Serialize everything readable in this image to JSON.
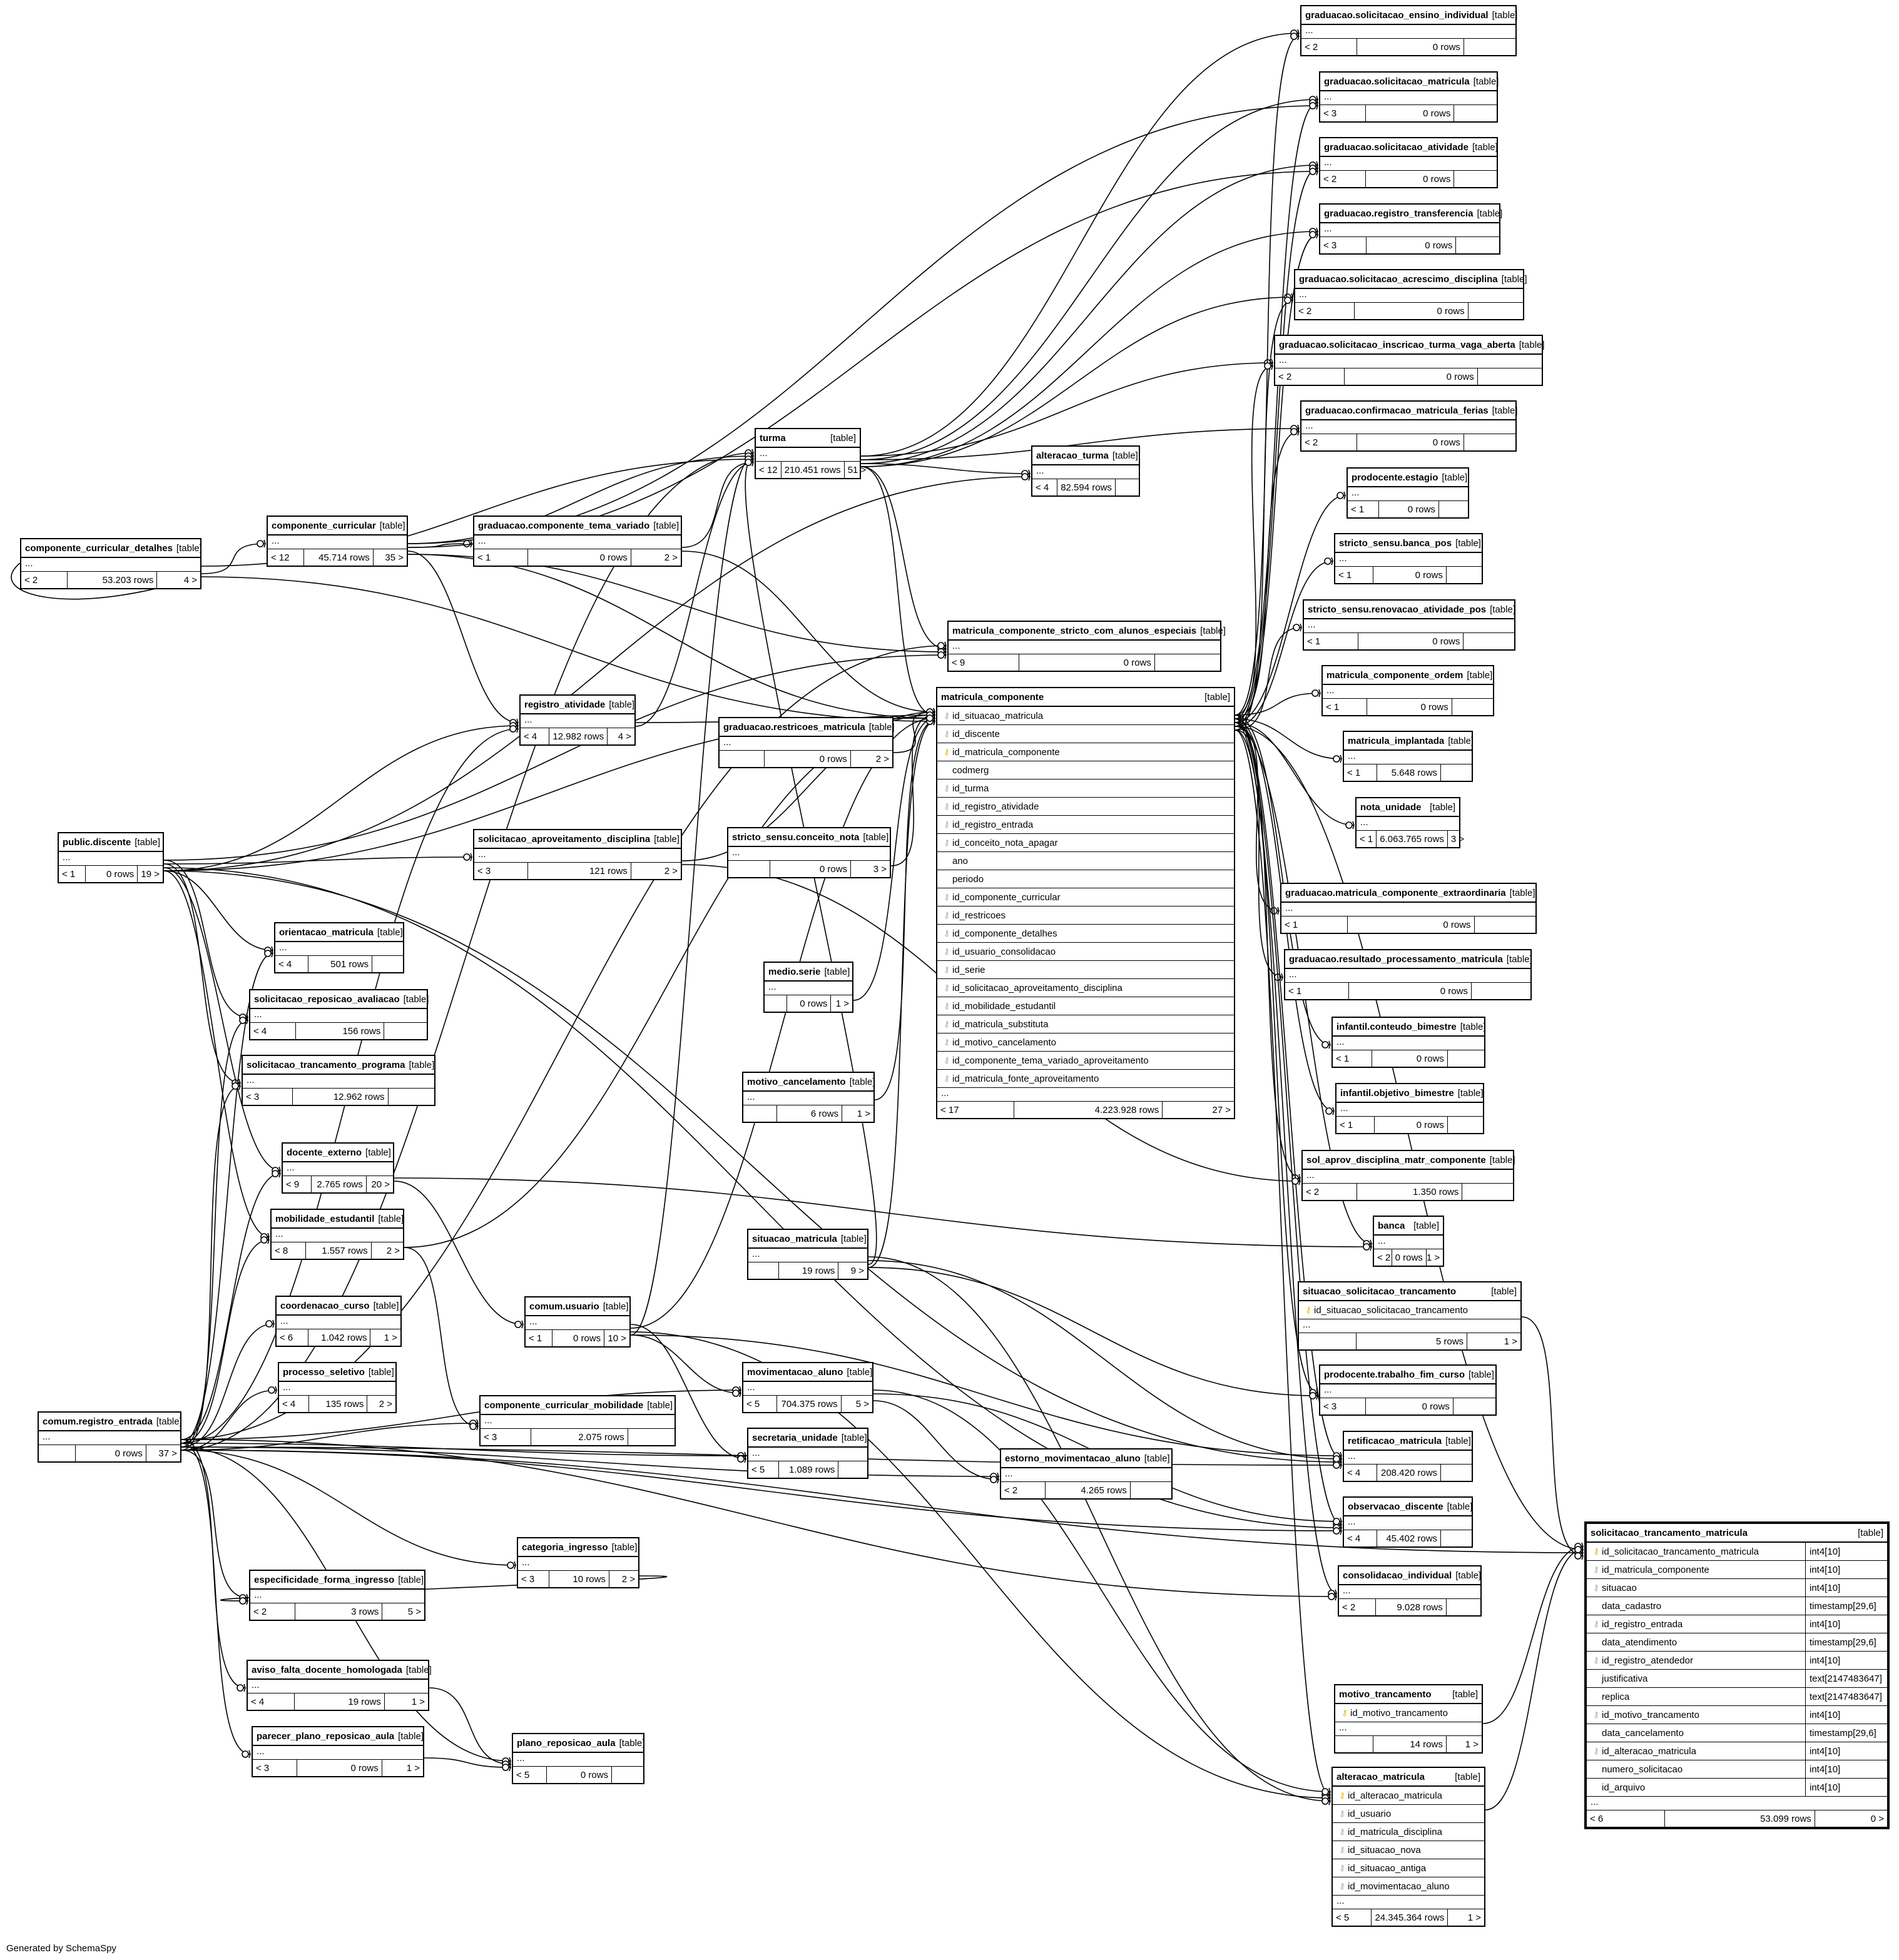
{
  "footer": "Generated by SchemaSpy",
  "tag": "[table]",
  "tables": [
    {
      "id": "g_ensino",
      "name": "graduacao.solicitacao_ensino_individual",
      "left": "< 2",
      "rows": "0 rows",
      "right": ""
    },
    {
      "id": "g_matricula",
      "name": "graduacao.solicitacao_matricula",
      "left": "< 3",
      "rows": "0 rows",
      "right": ""
    },
    {
      "id": "g_atividade",
      "name": "graduacao.solicitacao_atividade",
      "left": "< 2",
      "rows": "0 rows",
      "right": ""
    },
    {
      "id": "g_transf",
      "name": "graduacao.registro_transferencia",
      "left": "< 3",
      "rows": "0 rows",
      "right": ""
    },
    {
      "id": "g_acresc",
      "name": "graduacao.solicitacao_acrescimo_disciplina",
      "left": "< 2",
      "rows": "0 rows",
      "right": ""
    },
    {
      "id": "g_inscr",
      "name": "graduacao.solicitacao_inscricao_turma_vaga_aberta",
      "left": "< 2",
      "rows": "0 rows",
      "right": ""
    },
    {
      "id": "g_confirm",
      "name": "graduacao.confirmacao_matricula_ferias",
      "left": "< 2",
      "rows": "0 rows",
      "right": ""
    },
    {
      "id": "p_estagio",
      "name": "prodocente.estagio",
      "left": "< 1",
      "rows": "0 rows",
      "right": ""
    },
    {
      "id": "s_banca",
      "name": "stricto_sensu.banca_pos",
      "left": "< 1",
      "rows": "0 rows",
      "right": ""
    },
    {
      "id": "s_renov",
      "name": "stricto_sensu.renovacao_atividade_pos",
      "left": "< 1",
      "rows": "0 rows",
      "right": ""
    },
    {
      "id": "mc_ordem",
      "name": "matricula_componente_ordem",
      "left": "< 1",
      "rows": "0 rows",
      "right": ""
    },
    {
      "id": "m_impl",
      "name": "matricula_implantada",
      "left": "< 1",
      "rows": "5.648 rows",
      "right": ""
    },
    {
      "id": "nota_un",
      "name": "nota_unidade",
      "left": "< 1",
      "rows": "6.063.765 rows",
      "right": "3 >"
    },
    {
      "id": "g_extra",
      "name": "graduacao.matricula_componente_extraordinaria",
      "left": "< 1",
      "rows": "0 rows",
      "right": ""
    },
    {
      "id": "g_result",
      "name": "graduacao.resultado_processamento_matricula",
      "left": "< 1",
      "rows": "0 rows",
      "right": ""
    },
    {
      "id": "i_conteudo",
      "name": "infantil.conteudo_bimestre",
      "left": "< 1",
      "rows": "0 rows",
      "right": ""
    },
    {
      "id": "i_objetivo",
      "name": "infantil.objetivo_bimestre",
      "left": "< 1",
      "rows": "0 rows",
      "right": ""
    },
    {
      "id": "sol_aprov",
      "name": "sol_aprov_disciplina_matr_componente",
      "left": "< 2",
      "rows": "1.350 rows",
      "right": ""
    },
    {
      "id": "banca",
      "name": "banca",
      "left": "< 2",
      "rows": "0 rows",
      "right": "1 >"
    },
    {
      "id": "p_tfc",
      "name": "prodocente.trabalho_fim_curso",
      "left": "< 3",
      "rows": "0 rows",
      "right": ""
    },
    {
      "id": "retif",
      "name": "retificacao_matricula",
      "left": "< 4",
      "rows": "208.420 rows",
      "right": ""
    },
    {
      "id": "obs_disc",
      "name": "observacao_discente",
      "left": "< 4",
      "rows": "45.402 rows",
      "right": ""
    },
    {
      "id": "consol",
      "name": "consolidacao_individual",
      "left": "< 2",
      "rows": "9.028 rows",
      "right": ""
    },
    {
      "id": "turma",
      "name": "turma",
      "left": "< 12",
      "rows": "210.451 rows",
      "right": "51 >"
    },
    {
      "id": "alt_turma",
      "name": "alteracao_turma",
      "left": "< 4",
      "rows": "82.594 rows",
      "right": ""
    },
    {
      "id": "mcs_esp",
      "name": "matricula_componente_stricto_com_alunos_especiais",
      "left": "< 9",
      "rows": "0 rows",
      "right": ""
    },
    {
      "id": "cc_det",
      "name": "componente_curricular_detalhes",
      "left": "< 2",
      "rows": "53.203 rows",
      "right": "4 >"
    },
    {
      "id": "cc",
      "name": "componente_curricular",
      "left": "< 12",
      "rows": "45.714 rows",
      "right": "35 >"
    },
    {
      "id": "g_ctv",
      "name": "graduacao.componente_tema_variado",
      "left": "< 1",
      "rows": "0 rows",
      "right": "2 >"
    },
    {
      "id": "reg_ativ",
      "name": "registro_atividade",
      "left": "< 4",
      "rows": "12.982 rows",
      "right": "4 >"
    },
    {
      "id": "g_restr",
      "name": "graduacao.restricoes_matricula",
      "left": "",
      "rows": "0 rows",
      "right": "2 >"
    },
    {
      "id": "s_conceito",
      "name": "stricto_sensu.conceito_nota",
      "left": "",
      "rows": "0 rows",
      "right": "3 >"
    },
    {
      "id": "medio_serie",
      "name": "medio.serie",
      "left": "",
      "rows": "0 rows",
      "right": "1 >"
    },
    {
      "id": "motivo_canc",
      "name": "motivo_cancelamento",
      "left": "",
      "rows": "6 rows",
      "right": "1 >"
    },
    {
      "id": "sit_mat",
      "name": "situacao_matricula",
      "left": "",
      "rows": "19 rows",
      "right": "9 >"
    },
    {
      "id": "discente",
      "name": "public.discente",
      "left": "< 1",
      "rows": "0 rows",
      "right": "19 >"
    },
    {
      "id": "sol_aprov_disc",
      "name": "solicitacao_aproveitamento_disciplina",
      "left": "< 3",
      "rows": "121 rows",
      "right": "2 >"
    },
    {
      "id": "orient",
      "name": "orientacao_matricula",
      "left": "< 4",
      "rows": "501 rows",
      "right": ""
    },
    {
      "id": "sol_repos",
      "name": "solicitacao_reposicao_avaliacao",
      "left": "< 4",
      "rows": "156 rows",
      "right": ""
    },
    {
      "id": "sol_tranc_prog",
      "name": "solicitacao_trancamento_programa",
      "left": "< 3",
      "rows": "12.962 rows",
      "right": ""
    },
    {
      "id": "doc_ext",
      "name": "docente_externo",
      "left": "< 9",
      "rows": "2.765 rows",
      "right": "20 >"
    },
    {
      "id": "mob_est",
      "name": "mobilidade_estudantil",
      "left": "< 8",
      "rows": "1.557 rows",
      "right": "2 >"
    },
    {
      "id": "coord",
      "name": "coordenacao_curso",
      "left": "< 6",
      "rows": "1.042 rows",
      "right": "1 >"
    },
    {
      "id": "proc_sel",
      "name": "processo_seletivo",
      "left": "< 4",
      "rows": "135 rows",
      "right": "2 >"
    },
    {
      "id": "reg_entrada",
      "name": "comum.registro_entrada",
      "left": "",
      "rows": "0 rows",
      "right": "37 >"
    },
    {
      "id": "usuario",
      "name": "comum.usuario",
      "left": "< 1",
      "rows": "0 rows",
      "right": "10 >"
    },
    {
      "id": "cc_mob",
      "name": "componente_curricular_mobilidade",
      "left": "< 3",
      "rows": "2.075 rows",
      "right": ""
    },
    {
      "id": "mov_aluno",
      "name": "movimentacao_aluno",
      "left": "< 5",
      "rows": "704.375 rows",
      "right": "5 >"
    },
    {
      "id": "sec_un",
      "name": "secretaria_unidade",
      "left": "< 5",
      "rows": "1.089 rows",
      "right": ""
    },
    {
      "id": "estorno",
      "name": "estorno_movimentacao_aluno",
      "left": "< 2",
      "rows": "4.265 rows",
      "right": ""
    },
    {
      "id": "cat_ingr",
      "name": "categoria_ingresso",
      "left": "< 3",
      "rows": "10 rows",
      "right": "2 >"
    },
    {
      "id": "esp_forma",
      "name": "especificidade_forma_ingresso",
      "left": "< 2",
      "rows": "3 rows",
      "right": "5 >"
    },
    {
      "id": "aviso",
      "name": "aviso_falta_docente_homologada",
      "left": "< 4",
      "rows": "19 rows",
      "right": "1 >"
    },
    {
      "id": "parecer",
      "name": "parecer_plano_reposicao_aula",
      "left": "< 3",
      "rows": "0 rows",
      "right": "1 >"
    },
    {
      "id": "plano",
      "name": "plano_reposicao_aula",
      "left": "< 5",
      "rows": "0 rows",
      "right": ""
    }
  ],
  "detailed": [
    {
      "id": "mat_comp",
      "name": "matricula_componente",
      "left": "< 17",
      "rows": "4.223.928 rows",
      "right": "27 >",
      "columns": [
        {
          "n": "id_situacao_matricula",
          "k": "fk"
        },
        {
          "n": "id_discente",
          "k": "fk"
        },
        {
          "n": "id_matricula_componente",
          "k": "pk"
        },
        {
          "n": "codmerg",
          "k": ""
        },
        {
          "n": "id_turma",
          "k": "fk"
        },
        {
          "n": "id_registro_atividade",
          "k": "fk"
        },
        {
          "n": "id_registro_entrada",
          "k": "fk"
        },
        {
          "n": "id_conceito_nota_apagar",
          "k": "fk"
        },
        {
          "n": "ano",
          "k": ""
        },
        {
          "n": "periodo",
          "k": ""
        },
        {
          "n": "id_componente_curricular",
          "k": "fk"
        },
        {
          "n": "id_restricoes",
          "k": "fk"
        },
        {
          "n": "id_componente_detalhes",
          "k": "fk"
        },
        {
          "n": "id_usuario_consolidacao",
          "k": "fk"
        },
        {
          "n": "id_serie",
          "k": "fk"
        },
        {
          "n": "id_solicitacao_aproveitamento_disciplina",
          "k": "fk"
        },
        {
          "n": "id_mobilidade_estudantil",
          "k": "fk"
        },
        {
          "n": "id_matricula_substituta",
          "k": "fk"
        },
        {
          "n": "id_motivo_cancelamento",
          "k": "fk"
        },
        {
          "n": "id_componente_tema_variado_aproveitamento",
          "k": "fk"
        },
        {
          "n": "id_matricula_fonte_aproveitamento",
          "k": "fk"
        }
      ]
    },
    {
      "id": "sit_sol_tranc",
      "name": "situacao_solicitacao_trancamento",
      "left": "",
      "rows": "5 rows",
      "right": "1 >",
      "columns": [
        {
          "n": "id_situacao_solicitacao_trancamento",
          "k": "pk"
        }
      ]
    },
    {
      "id": "mot_tranc",
      "name": "motivo_trancamento",
      "left": "",
      "rows": "14 rows",
      "right": "1 >",
      "columns": [
        {
          "n": "id_motivo_trancamento",
          "k": "pk"
        }
      ]
    },
    {
      "id": "alt_mat",
      "name": "alteracao_matricula",
      "left": "< 5",
      "rows": "24.345.364 rows",
      "right": "1 >",
      "columns": [
        {
          "n": "id_alteracao_matricula",
          "k": "pk"
        },
        {
          "n": "id_usuario",
          "k": "fk"
        },
        {
          "n": "id_matricula_disciplina",
          "k": "fk"
        },
        {
          "n": "id_situacao_nova",
          "k": "fk"
        },
        {
          "n": "id_situacao_antiga",
          "k": "fk"
        },
        {
          "n": "id_movimentacao_aluno",
          "k": "fk"
        }
      ]
    },
    {
      "id": "sol_tranc_mat",
      "name": "solicitacao_trancamento_matricula",
      "left": "< 6",
      "rows": "53.099 rows",
      "right": "0 >",
      "focus": true,
      "columns": [
        {
          "n": "id_solicitacao_trancamento_matricula",
          "k": "pk",
          "t": "int4[10]"
        },
        {
          "n": "id_matricula_componente",
          "k": "fk",
          "t": "int4[10]"
        },
        {
          "n": "situacao",
          "k": "fk",
          "t": "int4[10]"
        },
        {
          "n": "data_cadastro",
          "k": "",
          "t": "timestamp[29,6]"
        },
        {
          "n": "id_registro_entrada",
          "k": "fk",
          "t": "int4[10]"
        },
        {
          "n": "data_atendimento",
          "k": "",
          "t": "timestamp[29,6]"
        },
        {
          "n": "id_registro_atendedor",
          "k": "fk",
          "t": "int4[10]"
        },
        {
          "n": "justificativa",
          "k": "",
          "t": "text[2147483647]"
        },
        {
          "n": "replica",
          "k": "",
          "t": "text[2147483647]"
        },
        {
          "n": "id_motivo_trancamento",
          "k": "fk",
          "t": "int4[10]"
        },
        {
          "n": "data_cancelamento",
          "k": "",
          "t": "timestamp[29,6]"
        },
        {
          "n": "id_alteracao_matricula",
          "k": "fk",
          "t": "int4[10]"
        },
        {
          "n": "numero_solicitacao",
          "k": "",
          "t": "int4[10]"
        },
        {
          "n": "id_arquivo",
          "k": "",
          "t": "int4[10]"
        }
      ]
    }
  ]
}
